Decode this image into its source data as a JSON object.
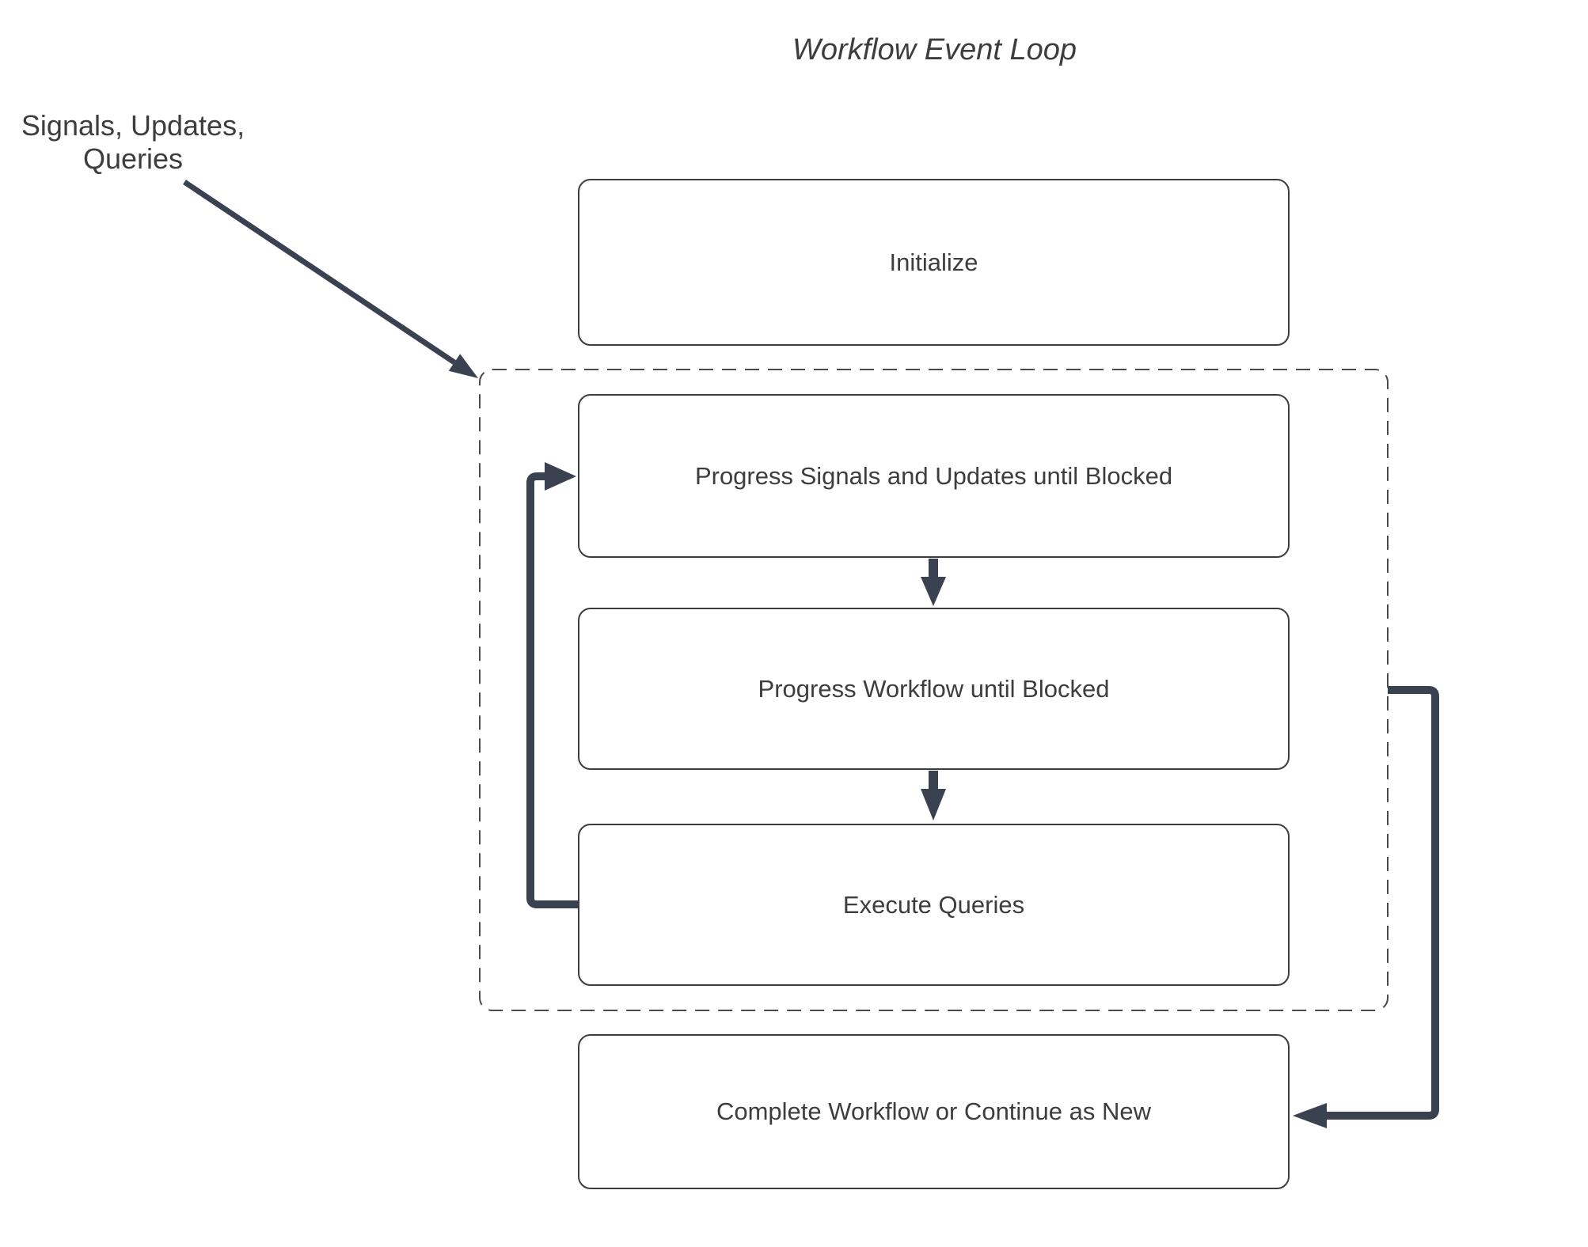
{
  "title": "Workflow Event Loop",
  "annotation": {
    "line1": "Signals, Updates,",
    "line2": "Queries"
  },
  "nodes": [
    {
      "id": "initialize",
      "label": "Initialize"
    },
    {
      "id": "progress-signals",
      "label": "Progress Signals and Updates until Blocked"
    },
    {
      "id": "progress-workflow",
      "label": "Progress Workflow until Blocked"
    },
    {
      "id": "execute-queries",
      "label": "Execute Queries"
    },
    {
      "id": "complete",
      "label": "Complete Workflow or Continue as New"
    }
  ],
  "edges": [
    {
      "from": "signals-updates-queries-label",
      "to": "event-loop-dashed-container",
      "type": "thin-arrow"
    },
    {
      "from": "progress-signals",
      "to": "progress-workflow",
      "type": "down-arrow"
    },
    {
      "from": "progress-workflow",
      "to": "execute-queries",
      "type": "down-arrow"
    },
    {
      "from": "execute-queries",
      "to": "progress-signals",
      "type": "loop-back-left"
    },
    {
      "from": "event-loop-dashed-container",
      "to": "complete",
      "type": "right-side-arrow"
    }
  ],
  "colors": {
    "arrow": "#3a4150",
    "box_border": "#3c3c3c",
    "dashed_border": "#4a4a4a",
    "text": "#3d3d3d",
    "background": "#ffffff"
  }
}
